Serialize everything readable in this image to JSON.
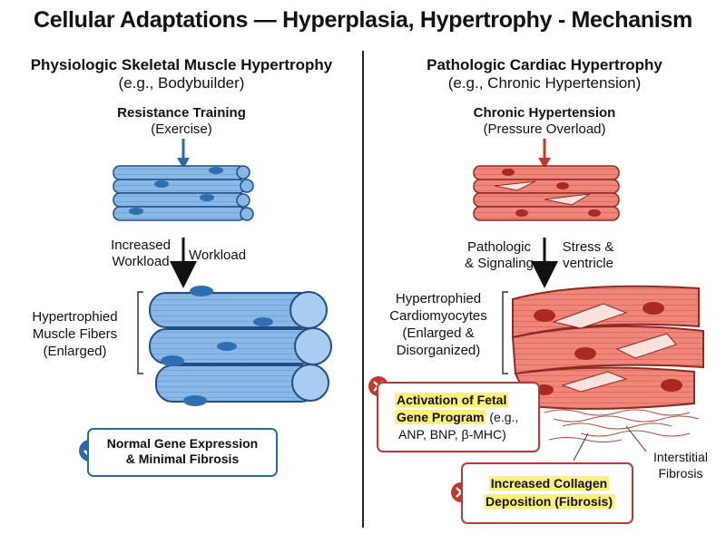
{
  "title": "Cellular Adaptations — Hyperplasia, Hypertrophy - Mechanism",
  "left": {
    "heading": "Physiologic Skeletal Muscle Hypertrophy",
    "subheading": "(e.g., Bodybuilder)",
    "stimulus_title": "Resistance Training",
    "stimulus_sub": "(Exercise)",
    "arrow_label_left": [
      "Increased",
      "Workload"
    ],
    "arrow_label_right": "Workload",
    "side_label": [
      "Hypertrophied",
      "Muscle Fibers",
      "(Enlarged)"
    ],
    "result_text": [
      "Normal Gene Expression",
      "& Minimal Fibrosis"
    ],
    "accent": "#2a6aa8"
  },
  "right": {
    "heading": "Pathologic Cardiac Hypertrophy",
    "subheading": "(e.g., Chronic Hypertension)",
    "stimulus_title": "Chronic Hypertension",
    "stimulus_sub": "(Pressure Overload)",
    "arrow_label_left": [
      "Pathologic",
      "& Signaling"
    ],
    "arrow_label_right": [
      "Stress &",
      "ventricle"
    ],
    "side_label": [
      "Hypertrophied",
      "Cardiomyocytes",
      "(Enlarged &",
      "Disorganized)"
    ],
    "fetal_box": {
      "highlight": [
        "Activation of Fetal",
        "Gene Program"
      ],
      "tail": " (e.g.,",
      "line3": "ANP, BNP, β-MHC)"
    },
    "collagen_box": [
      "Increased Collagen",
      "Deposition (Fibrosis)"
    ],
    "fibrosis_label": [
      "Interstitial",
      "Fibrosis"
    ],
    "accent": "#c0392b"
  }
}
